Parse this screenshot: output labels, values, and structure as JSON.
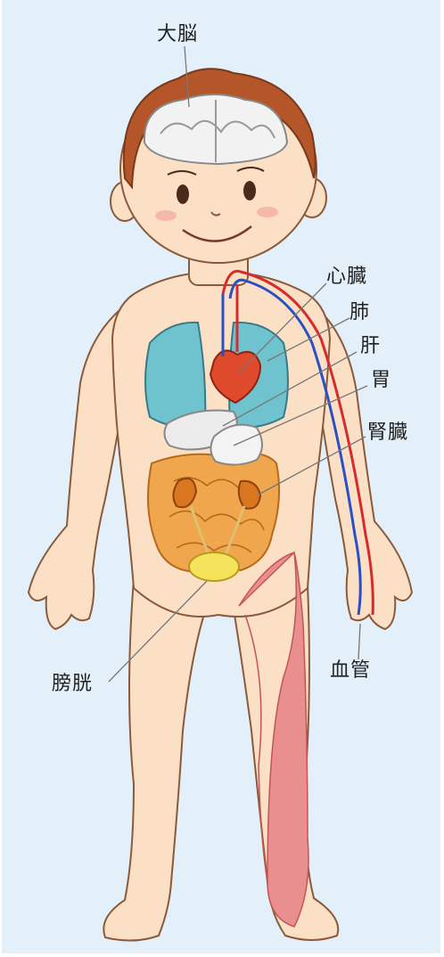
{
  "labels": {
    "brain": "大脳",
    "heart": "心臓",
    "lung": "肺",
    "liver": "肝",
    "stomach": "胃",
    "kidney": "腎臓",
    "bladder": "膀胱",
    "blood_vessel": "血管"
  },
  "colors": {
    "background": "#e3f0fa",
    "skin": "#fbe0c6",
    "hair": "#b5562a",
    "lung": "#6fc3cf",
    "heart": "#e04a2c",
    "intestine": "#f0a64c",
    "bladder": "#f4e35a",
    "muscle": "#ea8f8f",
    "artery": "#d62b2b",
    "vein": "#2b4fc4"
  }
}
